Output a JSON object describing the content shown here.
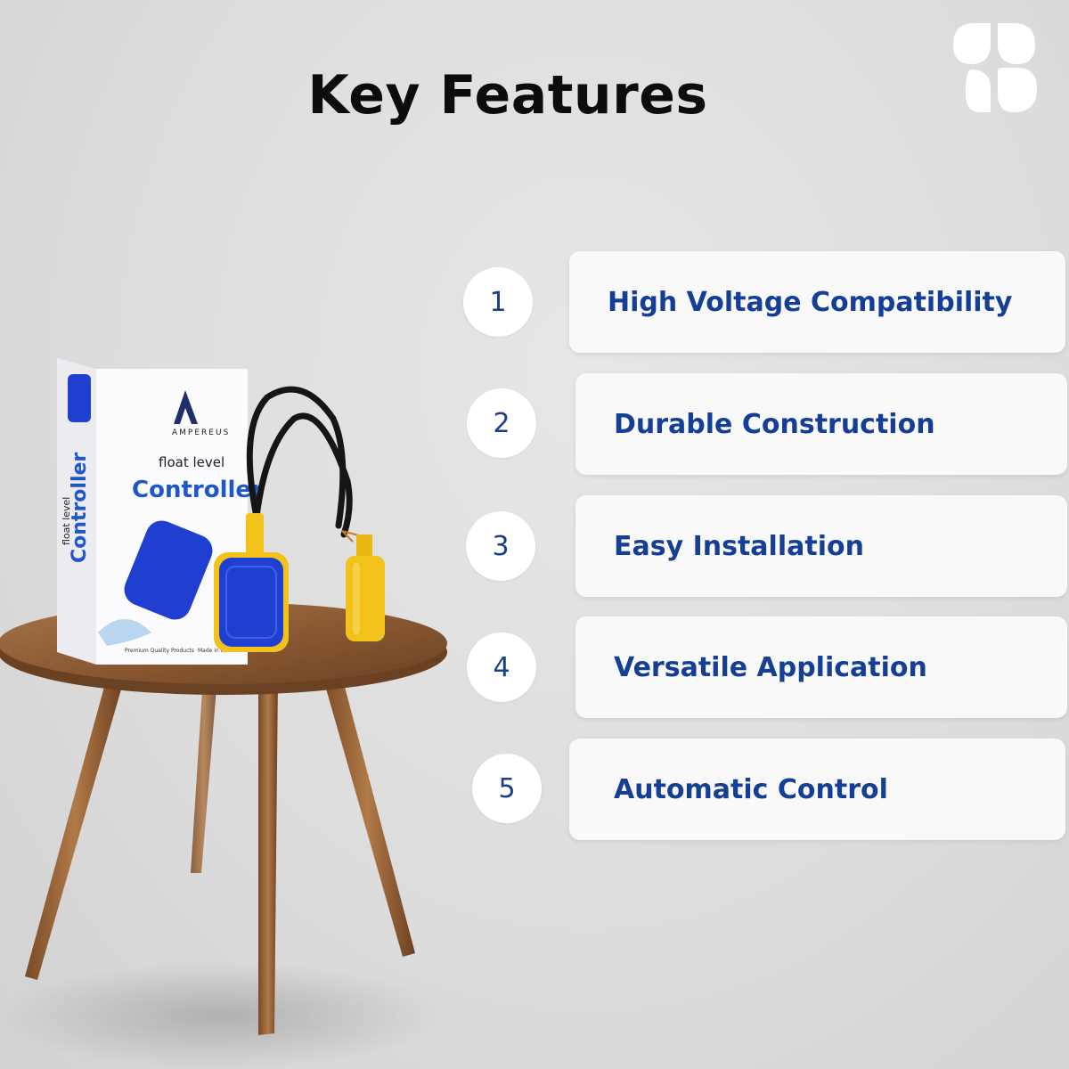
{
  "page": {
    "title": "Key Features",
    "brand_logo_icon": "clover-logo-icon"
  },
  "features": [
    {
      "number": "1",
      "label": "High Voltage Compatibility"
    },
    {
      "number": "2",
      "label": "Durable Construction"
    },
    {
      "number": "3",
      "label": "Easy Installation"
    },
    {
      "number": "4",
      "label": "Versatile Application"
    },
    {
      "number": "5",
      "label": "Automatic Control"
    }
  ],
  "product": {
    "brand": "AMPEREUS",
    "box_line1": "float level",
    "box_line2": "Controller",
    "box_small_1": "Premium Quality Products",
    "box_small_2": "Made in India"
  },
  "colors": {
    "background": "#dddddd",
    "title_text": "#0c0c0c",
    "feature_text": "#153f95",
    "number_text": "#1b3f86",
    "card_bg": "#f9f9f9",
    "float_blue": "#1f3fd0",
    "float_yellow": "#f2c21b",
    "table_wood": "#8a5a32"
  }
}
